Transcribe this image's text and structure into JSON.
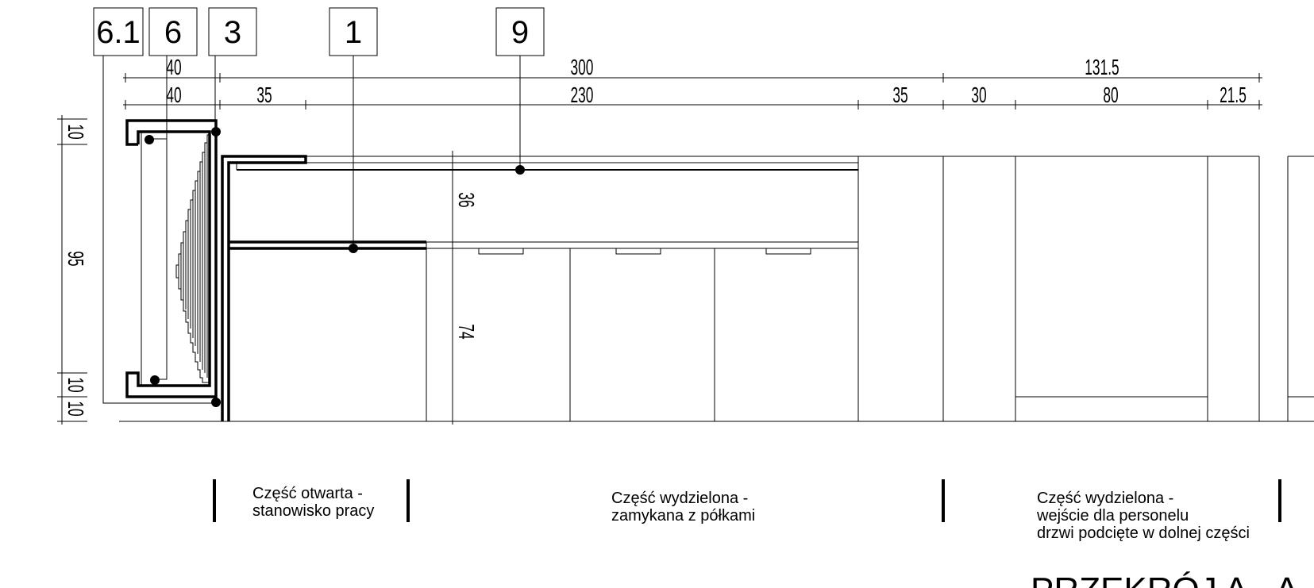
{
  "callouts": {
    "c61": "6.1",
    "c6": "6",
    "c3": "3",
    "c1": "1",
    "c9": "9"
  },
  "dimensions_top": {
    "d40a": "40",
    "d300": "300",
    "d131_5": "131.5",
    "d40b": "40",
    "d35a": "35",
    "d230": "230",
    "d35b": "35",
    "d30": "30",
    "d80": "80",
    "d21_5": "21.5"
  },
  "dimensions_vertical": {
    "v10a": "10",
    "v95": "95",
    "v10b": "10",
    "v10c": "10",
    "v36": "36",
    "v74": "74"
  },
  "zones": {
    "open": [
      "Część otwarta  -",
      "stanowisko pracy"
    ],
    "closed": [
      "Część wydzielona -",
      "zamykana z półkami"
    ],
    "entry": [
      "Część wydzielona -",
      "wejście dla personelu",
      "drzwi podcięte w dolnej części"
    ]
  },
  "title": "PRZEKRÓJ A - A",
  "colors": {
    "line": "#000000",
    "background": "#ffffff"
  }
}
